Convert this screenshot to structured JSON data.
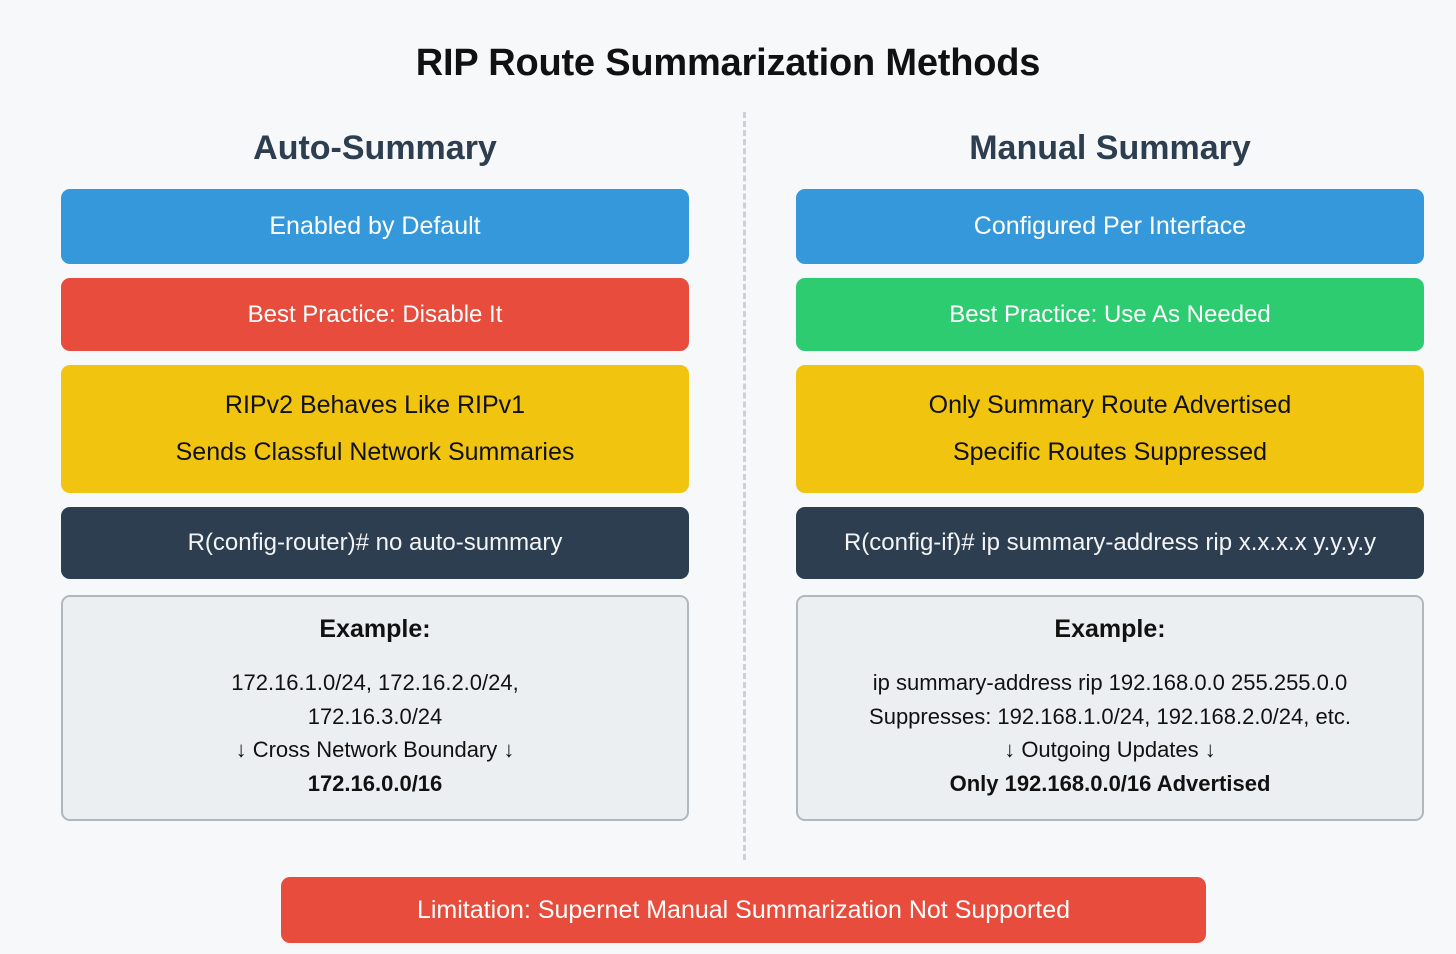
{
  "page": {
    "title": "RIP Route Summarization Methods",
    "background_color": "#f7f8fa"
  },
  "colors": {
    "blue": "#3498db",
    "red": "#e74c3c",
    "green": "#2ecc71",
    "yellow": "#f1c40f",
    "navy": "#2c3e50",
    "example_fill": "#eceff1",
    "example_border": "#b0b8bd",
    "heading": "#2c3e50",
    "divider": "#ccd1d6"
  },
  "columns": {
    "left": {
      "heading": "Auto-Summary",
      "cards": [
        {
          "style": "blue",
          "lines": [
            "Enabled by Default"
          ]
        },
        {
          "style": "red",
          "lines": [
            "Best Practice: Disable It"
          ]
        },
        {
          "style": "yellow",
          "lines": [
            "RIPv2 Behaves Like RIPv1",
            "Sends Classful Network Summaries"
          ]
        },
        {
          "style": "navy",
          "lines": [
            "R(config-router)# no auto-summary"
          ]
        }
      ],
      "example": {
        "title": "Example:",
        "lines": [
          {
            "text": "172.16.1.0/24, 172.16.2.0/24,",
            "bold": false
          },
          {
            "text": "172.16.3.0/24",
            "bold": false
          },
          {
            "text": "↓ Cross Network Boundary ↓",
            "bold": false
          },
          {
            "text": "172.16.0.0/16",
            "bold": true
          }
        ]
      }
    },
    "right": {
      "heading": "Manual Summary",
      "cards": [
        {
          "style": "blue",
          "lines": [
            "Configured Per Interface"
          ]
        },
        {
          "style": "green",
          "lines": [
            "Best Practice: Use As Needed"
          ]
        },
        {
          "style": "yellow",
          "lines": [
            "Only Summary Route Advertised",
            "Specific Routes Suppressed"
          ]
        },
        {
          "style": "navy",
          "lines": [
            "R(config-if)# ip summary-address rip x.x.x.x y.y.y.y"
          ]
        }
      ],
      "example": {
        "title": "Example:",
        "lines": [
          {
            "text": "ip summary-address rip 192.168.0.0 255.255.0.0",
            "bold": false
          },
          {
            "text": "Suppresses: 192.168.1.0/24, 192.168.2.0/24, etc.",
            "bold": false
          },
          {
            "text": "↓ Outgoing Updates ↓",
            "bold": false
          },
          {
            "text": "Only 192.168.0.0/16 Advertised",
            "bold": true
          }
        ]
      }
    }
  },
  "footer": {
    "text": "Limitation: Supernet Manual Summarization Not Supported"
  }
}
